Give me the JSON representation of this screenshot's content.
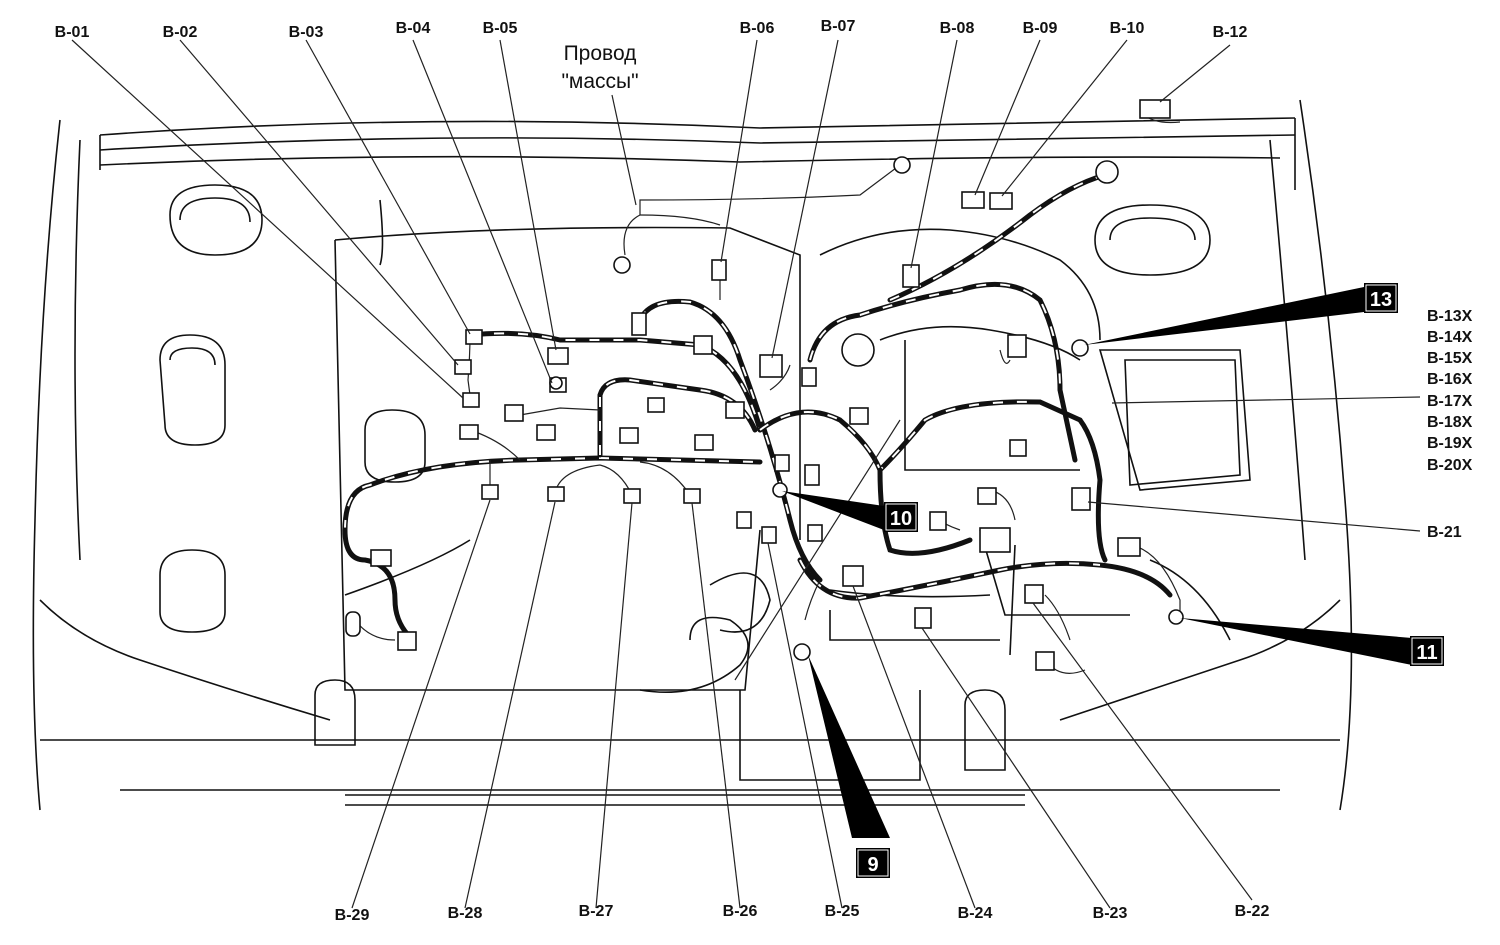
{
  "labels_top": [
    "B-01",
    "B-02",
    "B-03",
    "B-04",
    "B-05",
    "B-06",
    "B-07",
    "B-08",
    "B-09",
    "B-10",
    "B-12"
  ],
  "labels_bottom": [
    "B-29",
    "B-28",
    "B-27",
    "B-26",
    "B-25",
    "B-24",
    "B-23",
    "B-22"
  ],
  "labels_right": [
    "B-13X",
    "B-14X",
    "B-15X",
    "B-16X",
    "B-17X",
    "B-18X",
    "B-19X",
    "B-20X"
  ],
  "label_b21": "B-21",
  "ground_wire": [
    "Провод",
    "\"массы\""
  ],
  "badges": [
    "13",
    "10",
    "11",
    "9"
  ]
}
